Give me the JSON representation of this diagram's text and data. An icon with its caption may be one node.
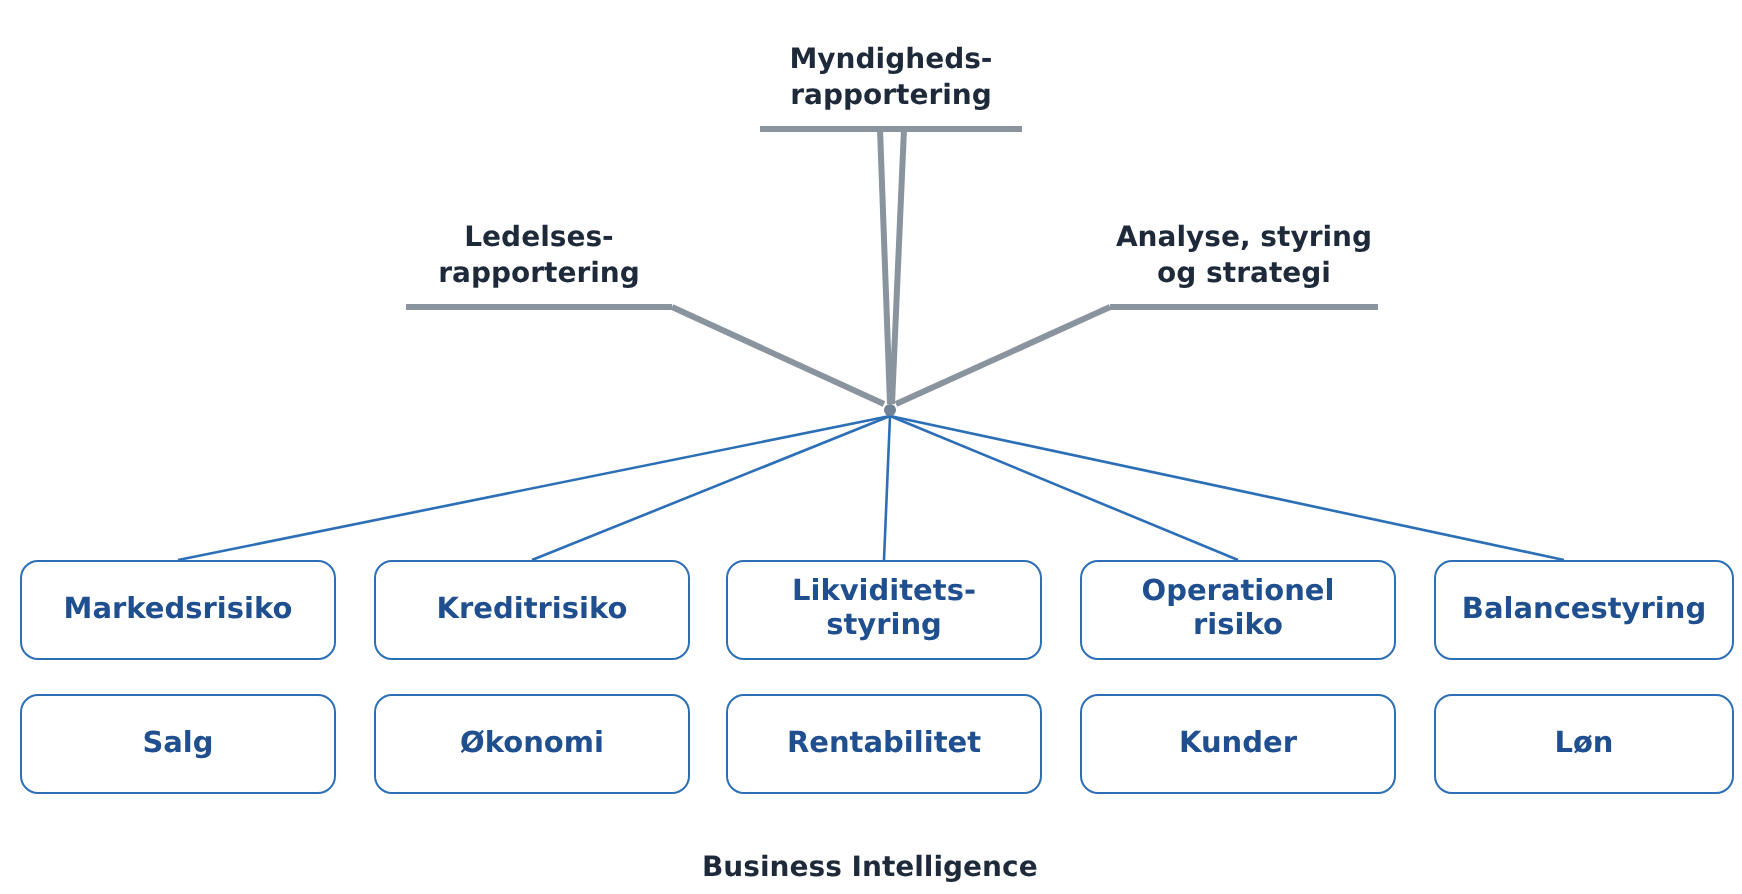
{
  "diagram": {
    "nodes": [
      {
        "text": [
          "Ledelses- rapportering"
        ]
      },
      {
        "text": [
          "Myndigheds- rapportering"
        ]
      },
      {
        "text": [
          "Analyse, styring og strategi"
        ]
      },
      {
        "text": [],
        "shape": "circle"
      },
      {
        "text": [
          "Markedsrisiko"
        ]
      },
      {
        "text": [
          "Kreditrisiko"
        ]
      },
      {
        "text": [
          "Likviditets- styring"
        ]
      },
      {
        "text": [
          "Operationel risiko"
        ]
      },
      {
        "text": [
          "Balancestyring"
        ]
      },
      {
        "text": [
          "Salg"
        ]
      },
      {
        "text": [
          "Økonomi"
        ]
      },
      {
        "text": [
          "Rentabilitet"
        ]
      },
      {
        "text": [
          "Kunder"
        ]
      },
      {
        "text": [
          "Løn"
        ]
      }
    ],
    "edges": [
      {
        "from": 0,
        "to": 3,
        "arrow": "none",
        "style": "thick",
        "color": "#8a949e"
      },
      {
        "from": 1,
        "to": 3,
        "arrow": "none",
        "style": "thick",
        "color": "#8a949e"
      },
      {
        "from": 2,
        "to": 3,
        "arrow": "none",
        "style": "thick",
        "color": "#8a949e"
      },
      {
        "from": 3,
        "to": 4,
        "arrow": "none"
      },
      {
        "from": 3,
        "to": 5,
        "arrow": "none"
      },
      {
        "from": 3,
        "to": 6,
        "arrow": "none"
      },
      {
        "from": 3,
        "to": 7,
        "arrow": "none"
      },
      {
        "from": 3,
        "to": 8,
        "arrow": "none"
      }
    ],
    "labels": [
      "Business Intelligence"
    ]
  }
}
